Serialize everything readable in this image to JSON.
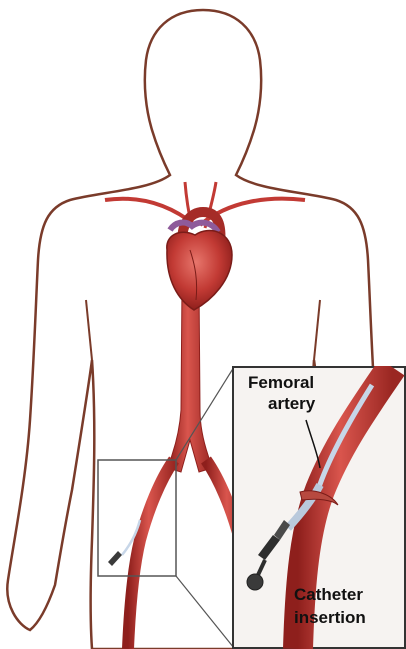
{
  "labels": {
    "femoral_line1": "Femoral",
    "femoral_line2": "artery",
    "catheter_line1": "Catheter",
    "catheter_line2": "insertion"
  },
  "colors": {
    "body_outline": "#7a3b2a",
    "artery": "#c23a34",
    "artery_dark": "#8e1f1c",
    "heart": "#c8413a",
    "catheter": "#c7d6e8",
    "device": "#3a3a3a"
  }
}
